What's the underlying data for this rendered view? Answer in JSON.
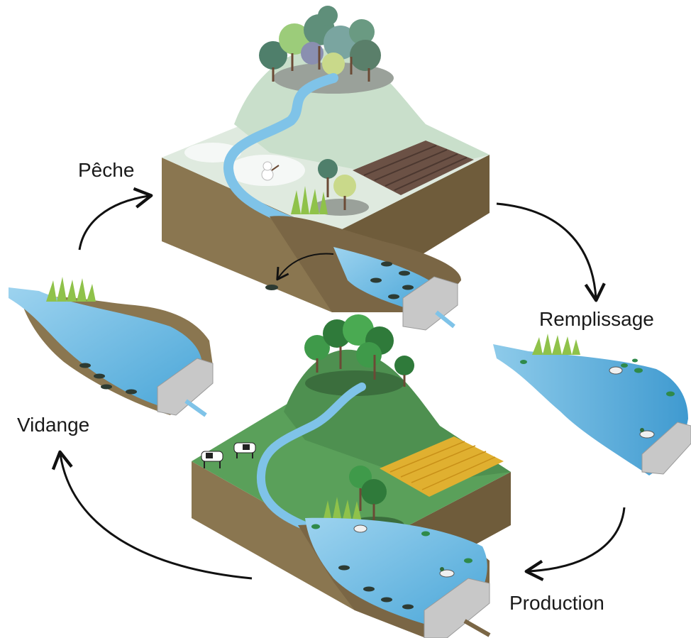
{
  "labels": {
    "peche": "Pêche",
    "remplissage": "Remplissage",
    "vidange": "Vidange",
    "production": "Production"
  },
  "colors": {
    "water": "#7fc3e8",
    "water_dark": "#4aa6d8",
    "soil": "#8a7650",
    "soil_dark": "#5e4f33",
    "grass_winter": "#d9ead8",
    "grass_summer": "#5aa05a",
    "field_plowed": "#6b5145",
    "field_crop": "#e0b030",
    "reeds": "#8fc24a",
    "arrow": "#111111",
    "dam": "#c8c8c8"
  },
  "stages": [
    "winter-landscape-block",
    "drained-pond-block",
    "filling-pond-block",
    "summer-landscape-block"
  ],
  "cycle": [
    "Pêche",
    "Remplissage",
    "Production",
    "Vidange"
  ]
}
